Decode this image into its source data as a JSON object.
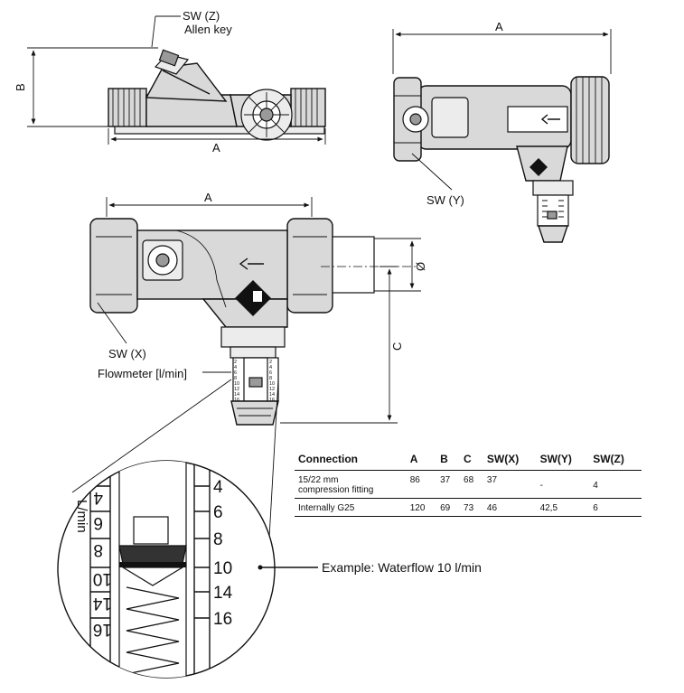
{
  "labels": {
    "sw_z": "SW (Z)",
    "allen_key": "Allen key",
    "dim_a": "A",
    "dim_b": "B",
    "dim_c": "C",
    "dim_diameter": "Ø",
    "sw_y": "SW (Y)",
    "sw_x": "SW (X)",
    "flowmeter": "Flowmeter [l/min]",
    "example": "Example: Waterflow 10 l/min"
  },
  "scale_small": {
    "left": [
      "2",
      "4",
      "6",
      "8",
      "10",
      "12",
      "14",
      "16"
    ],
    "right": [
      "2",
      "4",
      "6",
      "8",
      "10",
      "12",
      "14",
      "16"
    ]
  },
  "scale_zoom": {
    "unit": "L/min",
    "left": [
      "4",
      "6",
      "8",
      "10",
      "14",
      "16"
    ],
    "right": [
      "4",
      "6",
      "8",
      "10",
      "14",
      "16"
    ]
  },
  "table": {
    "headers": [
      "Connection",
      "A",
      "B",
      "C",
      "SW(X)",
      "SW(Y)",
      "SW(Z)"
    ],
    "rows": [
      {
        "connection_line1": "15/22 mm",
        "connection_line2": "compression fitting",
        "a": "86",
        "b": "37",
        "c": "68",
        "sw_x": "37",
        "sw_y": "-",
        "sw_z": "4"
      },
      {
        "connection": "Internally G25",
        "a": "120",
        "b": "69",
        "c": "73",
        "sw_x": "46",
        "sw_y": "42,5",
        "sw_z": "6"
      }
    ]
  }
}
